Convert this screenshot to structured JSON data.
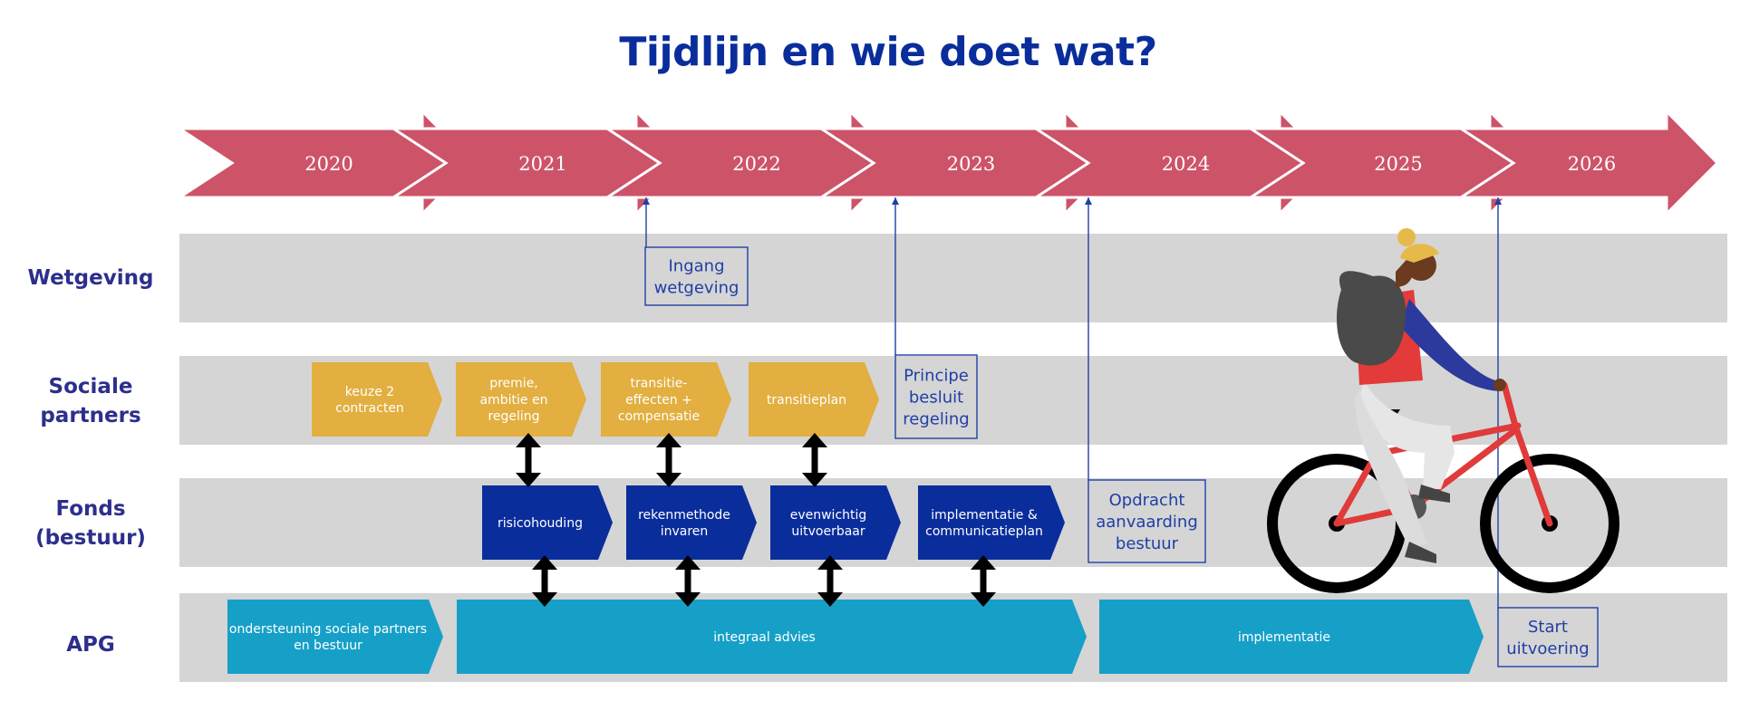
{
  "title": "Tijdlijn en wie doet wat?",
  "colors": {
    "timeline_arrow": "#cd5369",
    "lane_background": "#d5d5d5",
    "sociale_partners_box": "#e2af40",
    "fonds_box": "#0a2d9c",
    "apg_box": "#16a0c8",
    "milestone_text": "#1f3fa6",
    "label_text": "#2c2f8c"
  },
  "timeline": {
    "years": [
      "2020",
      "2021",
      "2022",
      "2023",
      "2024",
      "2025",
      "2026"
    ]
  },
  "lanes": {
    "wetgeving": {
      "label": "Wetgeving"
    },
    "sociale_partners": {
      "label_lines": [
        "Sociale",
        "partners"
      ],
      "items": [
        {
          "lines": [
            "keuze 2",
            "contracten"
          ]
        },
        {
          "lines": [
            "premie,",
            "ambitie en",
            "regeling"
          ]
        },
        {
          "lines": [
            "transitie-",
            "effecten +",
            "compensatie"
          ]
        },
        {
          "lines": [
            "transitieplan"
          ]
        }
      ]
    },
    "fonds": {
      "label_lines": [
        "Fonds",
        "(bestuur)"
      ],
      "items": [
        {
          "lines": [
            "risicohouding"
          ]
        },
        {
          "lines": [
            "rekenmethode",
            "invaren"
          ]
        },
        {
          "lines": [
            "evenwichtig",
            "uitvoerbaar"
          ]
        },
        {
          "lines": [
            "implementatie &",
            "communicatieplan"
          ]
        }
      ]
    },
    "apg": {
      "label": "APG",
      "items": [
        {
          "lines": [
            "ondersteuning sociale partners",
            "en bestuur"
          ]
        },
        {
          "lines": [
            "integraal advies"
          ]
        },
        {
          "lines": [
            "implementatie"
          ]
        }
      ]
    }
  },
  "milestones": [
    {
      "lines": [
        "Ingang",
        "wetgeving"
      ]
    },
    {
      "lines": [
        "Principe",
        "besluit",
        "regeling"
      ]
    },
    {
      "lines": [
        "Opdracht",
        "aanvaarding",
        "bestuur"
      ]
    },
    {
      "lines": [
        "Start",
        "uitvoering"
      ]
    }
  ]
}
